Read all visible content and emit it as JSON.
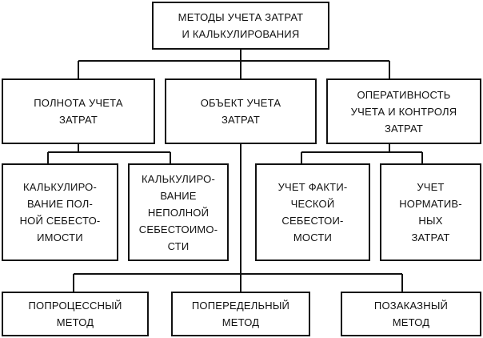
{
  "root": {
    "text": "МЕТОДЫ УЧЕТА ЗАТРАТ\nИ КАЛЬКУЛИРОВАНИЯ"
  },
  "categories": [
    {
      "text": "ПОЛНОТА УЧЕТА\nЗАТРАТ"
    },
    {
      "text": "ОБЪЕКТ УЧЕТА\nЗАТРАТ"
    },
    {
      "text": "ОПЕРАТИВНОСТЬ\nУЧЕТА И КОНТРОЛЯ\nЗАТРАТ"
    }
  ],
  "methods": [
    {
      "text": "КАЛЬКУЛИРО-\nВАНИЕ ПОЛ-\nНОЙ СЕБЕСТО-\nИМОСТИ"
    },
    {
      "text": "КАЛЬКУЛИРО-\nВАНИЕ\nНЕПОЛНОЙ\nСЕБЕСТОИМО-\nСТИ"
    },
    {
      "text": "УЧЕТ ФАКТИ-\nЧЕСКОЙ\nСЕБЕСТОИ-\nМОСТИ"
    },
    {
      "text": "УЧЕТ\nНОРМАТИВ-\nНЫХ\nЗАТРАТ"
    }
  ],
  "object_methods": [
    {
      "text": "ПОПРОЦЕССНЫЙ\nМЕТОД"
    },
    {
      "text": "ПОПЕРЕДЕЛЬНЫЙ\nМЕТОД"
    },
    {
      "text": "ПОЗАКАЗНЫЙ\nМЕТОД"
    }
  ]
}
